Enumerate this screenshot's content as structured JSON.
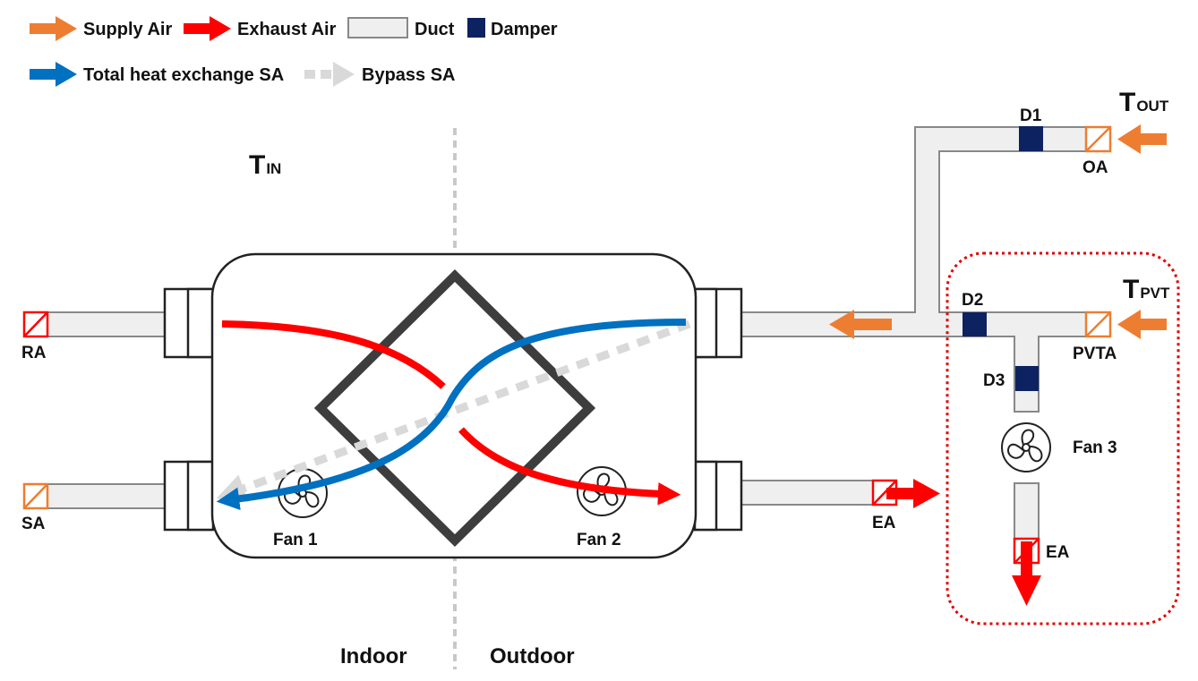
{
  "legend": {
    "supply_air": "Supply Air",
    "exhaust_air": "Exhaust Air",
    "duct": "Duct",
    "damper": "Damper",
    "total_heat_exchange_sa": "Total heat exchange SA",
    "bypass_sa": "Bypass SA"
  },
  "temps": {
    "t_in_main": "T",
    "t_in_sub": "IN",
    "t_out_main": "T",
    "t_out_sub": "OUT",
    "t_pvt_main": "T",
    "t_pvt_sub": "PVT"
  },
  "ports": {
    "ra": "RA",
    "sa": "SA",
    "oa": "OA",
    "pvta": "PVTA",
    "ea_right": "EA",
    "ea_bottom": "EA"
  },
  "dampers": {
    "d1": "D1",
    "d2": "D2",
    "d3": "D3"
  },
  "fans": {
    "fan1": "Fan 1",
    "fan2": "Fan 2",
    "fan3": "Fan 3"
  },
  "regions": {
    "indoor": "Indoor",
    "outdoor": "Outdoor"
  },
  "colors": {
    "supply": "#ed7d31",
    "exhaust": "#ff0000",
    "heat_exchange": "#0070c0",
    "bypass": "#d9d9d9",
    "damper": "#0d2260",
    "duct_fill": "#efefef",
    "duct_stroke": "#888888",
    "pvt_boundary": "#e00000"
  },
  "icons": [
    "fan-icon",
    "filter-icon",
    "arrow-icon",
    "damper-icon"
  ]
}
